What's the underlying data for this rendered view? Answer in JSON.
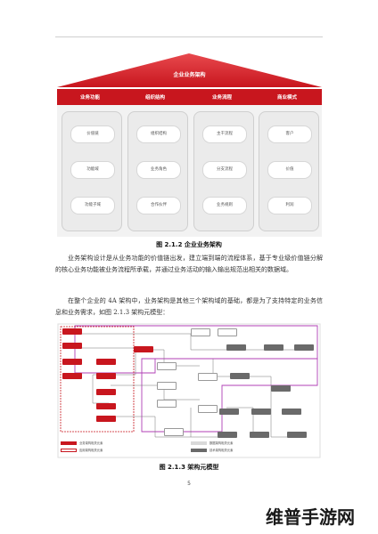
{
  "figure1": {
    "title": "企业业务架构",
    "headers": [
      "业务功能",
      "组织结构",
      "业务流程",
      "商业模式"
    ],
    "columns": [
      [
        "价值链",
        "功能域",
        "功能子域"
      ],
      [
        "组织结构",
        "业务角色",
        "合作伙伴"
      ],
      [
        "主干流程",
        "分支流程",
        "业务规则"
      ],
      [
        "客户",
        "价值",
        "利润"
      ]
    ],
    "caption": "图 2.1.2 企业业务架构"
  },
  "paragraph1": "业务架构设计是从业务功能的价值链出发，建立端到端的流程体系，基于专业级价值链分解的核心业务功能被业务流程所承载，并通过业务活动的输入输出规范出相关的数据域。",
  "paragraph2": "在整个企业的 4A 架构中，业务架构是其他三个架构域的基础，都是为了支持特定的业务信息和业务需求，如图 2.1.3 架构元模型：",
  "figure2": {
    "caption": "图 2.1.3 架构元模型",
    "legend": [
      "业务架构相关元素",
      "应用架构相关元素",
      "数据架构相关元素",
      "技术架构相关元素"
    ]
  },
  "page_number": "5",
  "watermark": "维普手游网"
}
